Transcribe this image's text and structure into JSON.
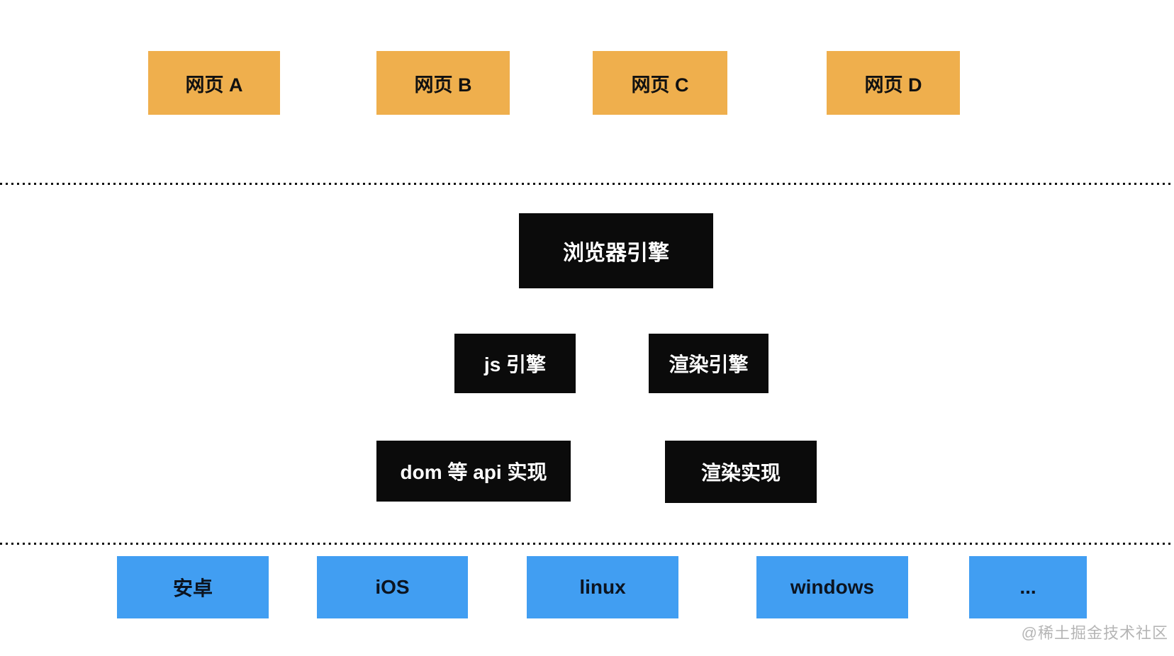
{
  "diagram": {
    "description": "browser-architecture-layers",
    "webpages": [
      {
        "label": "网页 A"
      },
      {
        "label": "网页 B"
      },
      {
        "label": "网页 C"
      },
      {
        "label": "网页 D"
      }
    ],
    "browser_engine": {
      "label": "浏览器引擎"
    },
    "sub_engines": [
      {
        "label": "js 引擎"
      },
      {
        "label": "渲染引擎"
      }
    ],
    "implementations": [
      {
        "label": "dom 等 api 实现"
      },
      {
        "label": "渲染实现"
      }
    ],
    "platforms": [
      {
        "label": "安卓"
      },
      {
        "label": "iOS"
      },
      {
        "label": "linux"
      },
      {
        "label": "windows"
      },
      {
        "label": "..."
      }
    ],
    "watermark": "@稀土掘金技术社区",
    "colors": {
      "webpage_fill": "#efaf4d",
      "engine_fill": "#0b0b0b",
      "engine_text": "#ffffff",
      "platform_fill": "#419ef2",
      "box_text": "#111111",
      "watermark_text": "#b5b5b5",
      "dotted_line": "#111111",
      "background": "#ffffff"
    }
  }
}
